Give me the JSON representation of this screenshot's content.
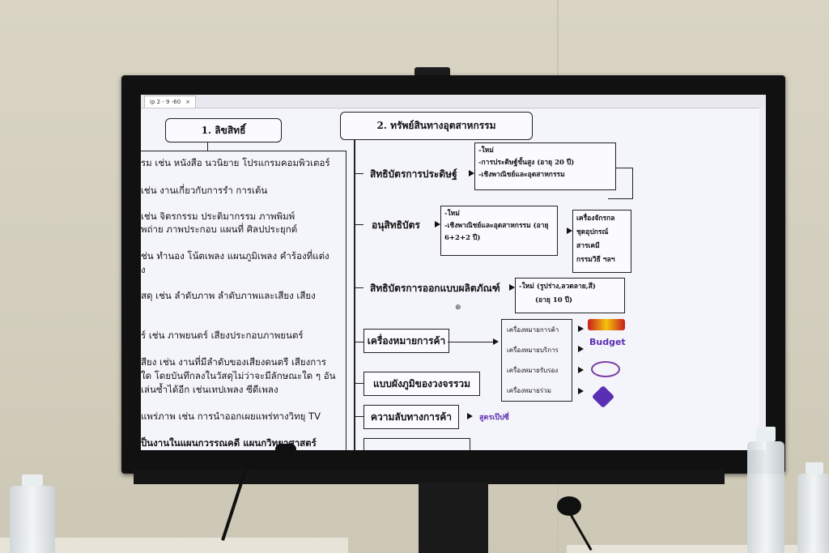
{
  "tab": {
    "title": "ip 2 - 9 -60",
    "close": "×"
  },
  "left": {
    "header": "1. ลิขสิทธิ์",
    "lines": [
      "รม เช่น หนังสือ นวนิยาย โปรแกรมคอมพิวเตอร์",
      " เช่น งานเกี่ยวกับการรำ การเต้น",
      " เช่น จิตรกรรม ประติมากรรม ภาพพิมพ์",
      "พถ่าย ภาพประกอบ แผนที่ ศิลปประยุกต์",
      "ช่น ทำนอง โน้ตเพลง แผนภูมิเพลง คำร้องที่แต่ง",
      "ง",
      "สดุ เช่น ลำดับภาพ ลำดับภาพและเสียง  เสียง",
      "ร์ เช่น ภาพยนตร์ เสียงประกอบภาพยนตร์",
      "สียง เช่น งานที่มีลำดับของเสียงดนตรี เสียงการ",
      "ใด โดยบันทึกลงในวัสดุไม่ว่าจะมีลักษณะใด ๆ อัน",
      "เล่นซ้ำได้อีก เช่นเทปเพลง ซีดีเพลง",
      "แพร่ภาพ เช่น การนำออกเผยแพร่ทางวิทยุ TV",
      "ป็นงานในแผนกวรรณคดี แผนกวิทยาศาสตร์"
    ]
  },
  "right": {
    "header": "2. ทรัพย์สินทางอุตสาหกรรม",
    "invention": "สิทธิบัตรการประดิษฐ์",
    "invention_box": [
      "-ใหม่",
      "-การประดิษฐ์ขั้นสูง (อายุ 20 ปี)",
      "-เชิงพาณิชย์และอุตสาหกรรม"
    ],
    "petty": "อนุสิทธิบัตร",
    "petty_box": [
      "-ใหม่",
      "-เชิงพาณิชย์และอุตสาหกรรม (อายุ",
      "6+2+2 ปี)"
    ],
    "examples_box": [
      "เครื่องจักรกล",
      "ชุดอุปกรณ์",
      "สารเคมี",
      "กรรมวิธี ฯลฯ"
    ],
    "design": "สิทธิบัตรการออกแบบผลิตภัณฑ์",
    "design_box": [
      "-ใหม่ (รูปร่าง,ลวดลาย,สี)",
      "(อายุ 10 ปี)"
    ],
    "trademark": "เครื่องหมายการค้า",
    "trademark_types": [
      "เครื่องหมายการค้า",
      "เครื่องหมายบริการ",
      "เครื่องหมายรับรอง",
      "เครื่องหมายร่วม"
    ],
    "layout": "แบบผังภูมิของวงจรรวม",
    "secret": "ความลับทางการค้า",
    "secret_example": "สูตรเป๊ปซี่"
  },
  "logos": {
    "budget": "Budget"
  }
}
